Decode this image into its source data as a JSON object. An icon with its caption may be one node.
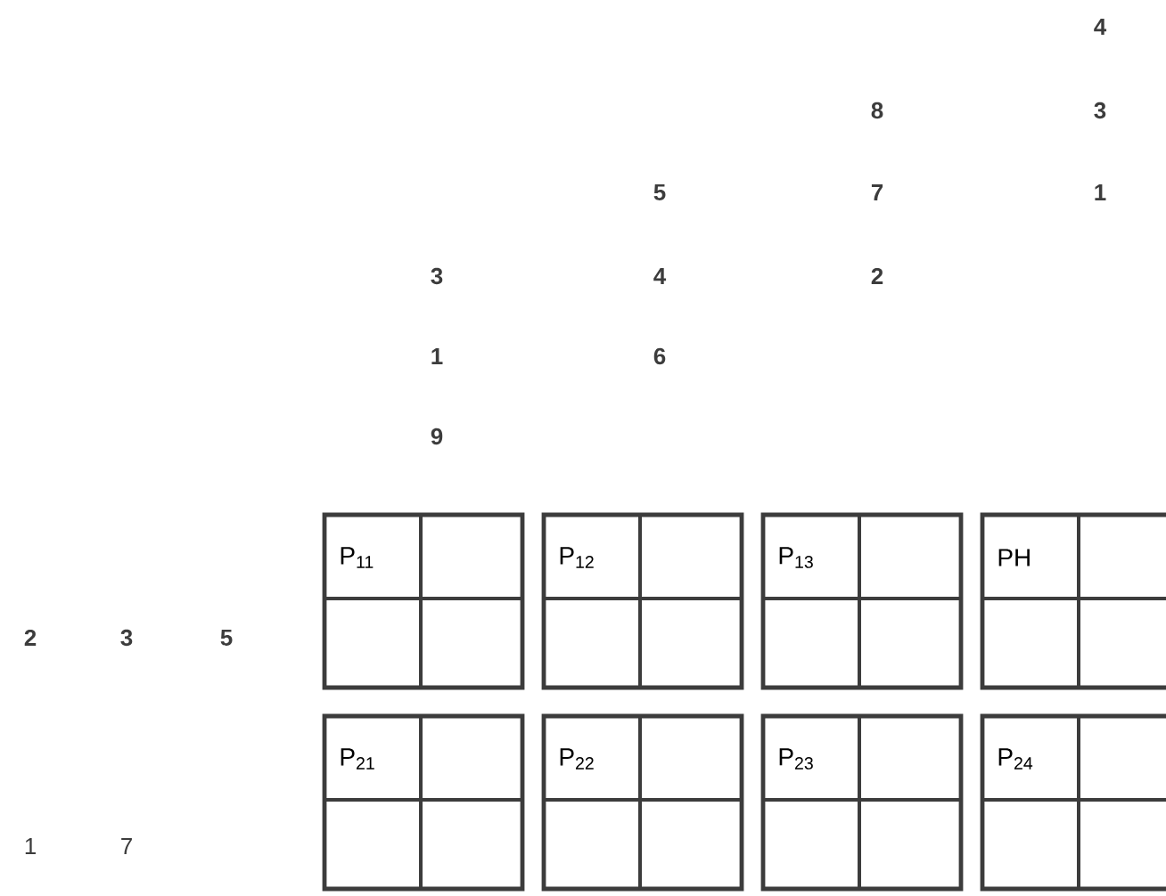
{
  "diagram": {
    "nodes": [
      {
        "text": [
          "P$_{11}$"
        ]
      },
      {
        "text": [
          "P$_{12}$"
        ]
      },
      {
        "text": [
          "P$_{13}$"
        ]
      },
      {
        "text": [
          "PH"
        ]
      },
      {
        "text": [
          "P$_{21}$"
        ]
      },
      {
        "text": [
          "P$_{22}$"
        ]
      },
      {
        "text": [
          "P$_{23}$"
        ]
      },
      {
        "text": [
          "P$_{24}$"
        ]
      }
    ],
    "labels": [
      "4",
      "8",
      "3",
      "5",
      "7",
      "1",
      "3",
      "4",
      "2",
      "1",
      "6",
      "9",
      "2",
      "3",
      "5",
      "1",
      "7"
    ]
  }
}
